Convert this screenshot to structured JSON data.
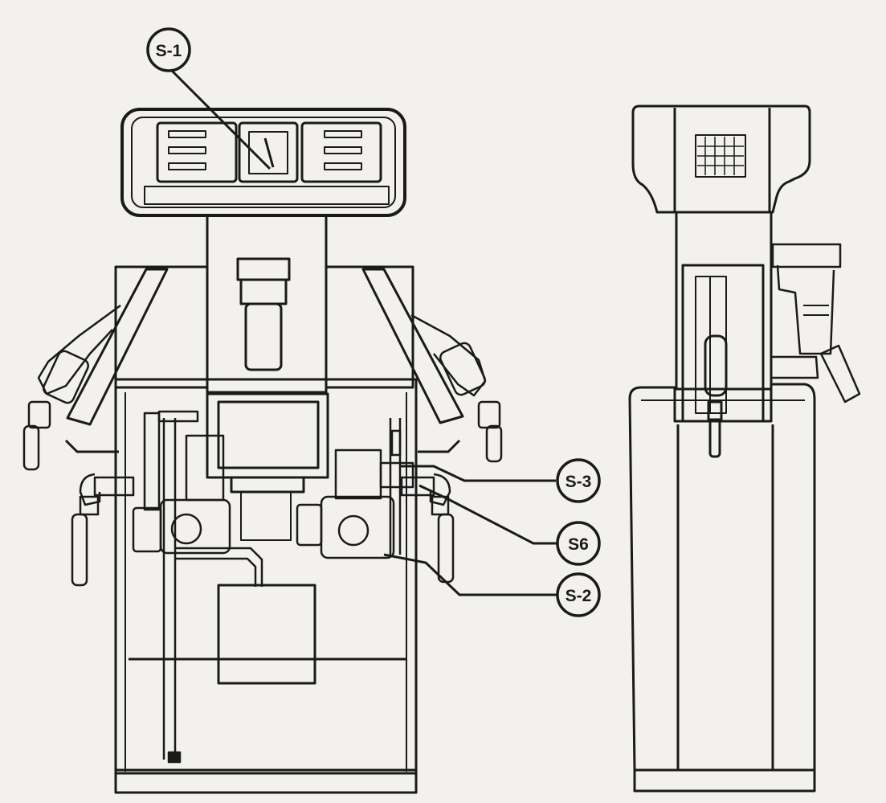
{
  "callouts": {
    "s1": "S-1",
    "s3": "S-3",
    "s6": "S6",
    "s2": "S-2"
  },
  "colors": {
    "paper": "#f2f1ee",
    "ink": "#1a1a1a"
  }
}
